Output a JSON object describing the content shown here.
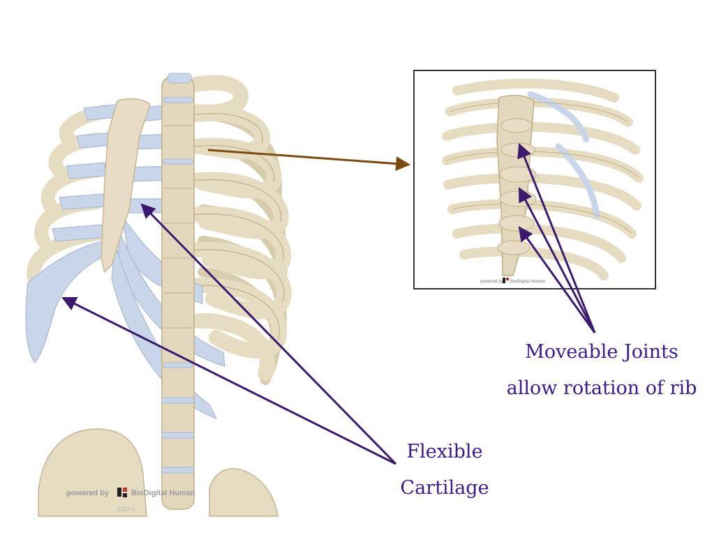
{
  "main_figure": {
    "watermark": {
      "prefix": "powered by",
      "brand": "BioDigital Human",
      "year": "2017 ©"
    }
  },
  "inset_figure": {
    "watermark": {
      "prefix": "powered by",
      "brand": "BioDigital Human"
    }
  },
  "labels": {
    "cartilage_line1": "Flexible",
    "cartilage_line2": "Cartilage",
    "joints_line1": "Moveable Joints",
    "joints_line2": "allow rotation of rib"
  },
  "colors": {
    "bone": "#e6dcc2",
    "cartilage": "#c9d6ea",
    "annotation_arrow": "#3b1a6e",
    "connector_arrow": "#7a4a10",
    "inset_border": "#333333"
  }
}
